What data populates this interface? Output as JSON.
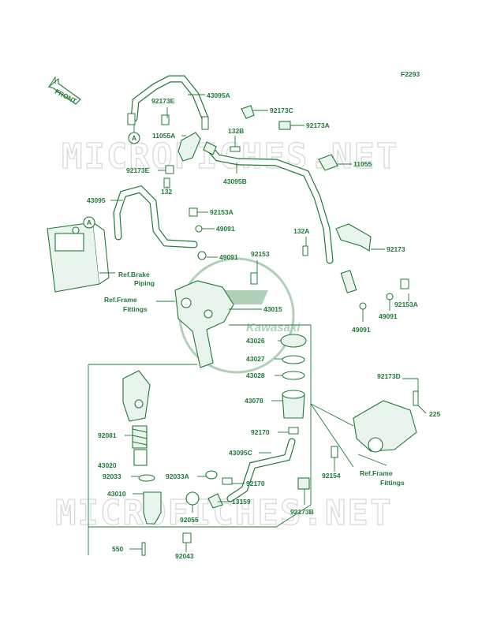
{
  "diagram": {
    "code": "F2293",
    "front_label": "FRONT",
    "watermark": "MICROFICHES.NET",
    "logo_text": "Kawasaki",
    "ref_labels": {
      "brake_piping_1": "Ref.Brake",
      "brake_piping_2": "Piping",
      "frame_fittings_top_1": "Ref.Frame",
      "frame_fittings_top_2": "Fittings",
      "frame_fittings_right_1": "Ref.Frame",
      "frame_fittings_right_2": "Fittings"
    },
    "markers": {
      "a_top": "A",
      "a_abs": "A"
    },
    "parts": {
      "p43095A": "43095A",
      "p92173E_top": "92173E",
      "p92173C": "92173C",
      "p11055A": "11055A",
      "p132B": "132B",
      "p92173A": "92173A",
      "p92173E_left": "92173E",
      "p43095B": "43095B",
      "p11055": "11055",
      "p132_left": "132",
      "p43095": "43095",
      "p92153A_top": "92153A",
      "p49091_top": "49091",
      "p132A": "132A",
      "p92173": "92173",
      "p92153": "92153",
      "p49091_mid": "49091",
      "p43015": "43015",
      "p92153A_right": "92153A",
      "p49091_right": "49091",
      "p49091_low": "49091",
      "p43026": "43026",
      "p43027": "43027",
      "p43028": "43028",
      "p92173D": "92173D",
      "p43078": "43078",
      "p225": "225",
      "p92081": "92081",
      "p92170_top": "92170",
      "p43020": "43020",
      "p43095C": "43095C",
      "p92154": "92154",
      "p92033": "92033",
      "p92033A": "92033A",
      "p92170_bottom": "92170",
      "p43010": "43010",
      "p13159": "13159",
      "p92173B": "92173B",
      "p92055": "92055",
      "p550": "550",
      "p92043": "92043"
    }
  }
}
